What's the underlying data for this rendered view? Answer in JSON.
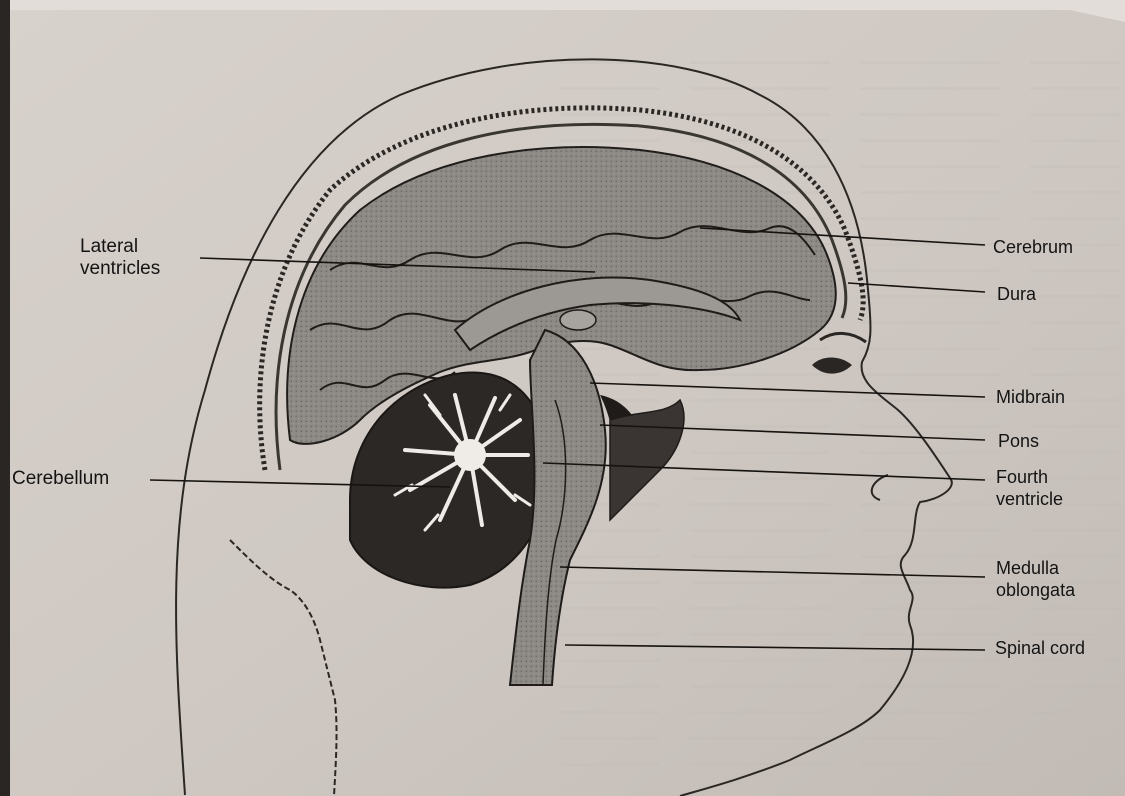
{
  "diagram": {
    "labels": {
      "lateral_ventricles": [
        "Lateral",
        "ventricles"
      ],
      "cerebellum": "Cerebellum",
      "cerebrum": "Cerebrum",
      "dura": "Dura",
      "midbrain": "Midbrain",
      "pons": "Pons",
      "fourth_ventricle": [
        "Fourth",
        "ventricle"
      ],
      "medulla_oblongata": [
        "Medulla",
        "oblongata"
      ],
      "spinal_cord": "Spinal cord"
    }
  }
}
